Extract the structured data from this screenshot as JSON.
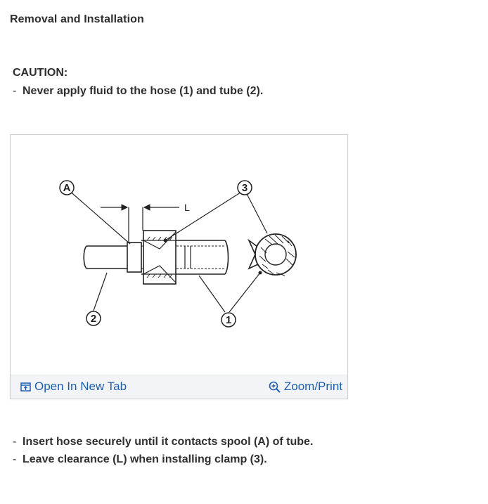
{
  "section": {
    "heading": "Removal and Installation"
  },
  "caution": {
    "label": "CAUTION:",
    "items": [
      {
        "dash": "-",
        "text": "Never apply fluid to the hose (1) and tube (2)."
      }
    ]
  },
  "figure": {
    "callouts": {
      "a": "A",
      "one": "1",
      "two": "2",
      "three": "3",
      "l": "L"
    },
    "toolbar": {
      "open_label": "Open In New Tab",
      "zoom_label": "Zoom/Print",
      "open_icon": "open-new-tab-icon",
      "zoom_icon": "zoom-icon"
    }
  },
  "instructions": {
    "items": [
      {
        "dash": "-",
        "text": "Insert hose securely until it contacts spool (A) of tube."
      },
      {
        "dash": "-",
        "text": "Leave clearance (L) when installing clamp (3)."
      }
    ]
  },
  "colors": {
    "link": "#1f5fae",
    "text": "#2f2f2f",
    "toolbar_bg": "#f2f4f7"
  }
}
